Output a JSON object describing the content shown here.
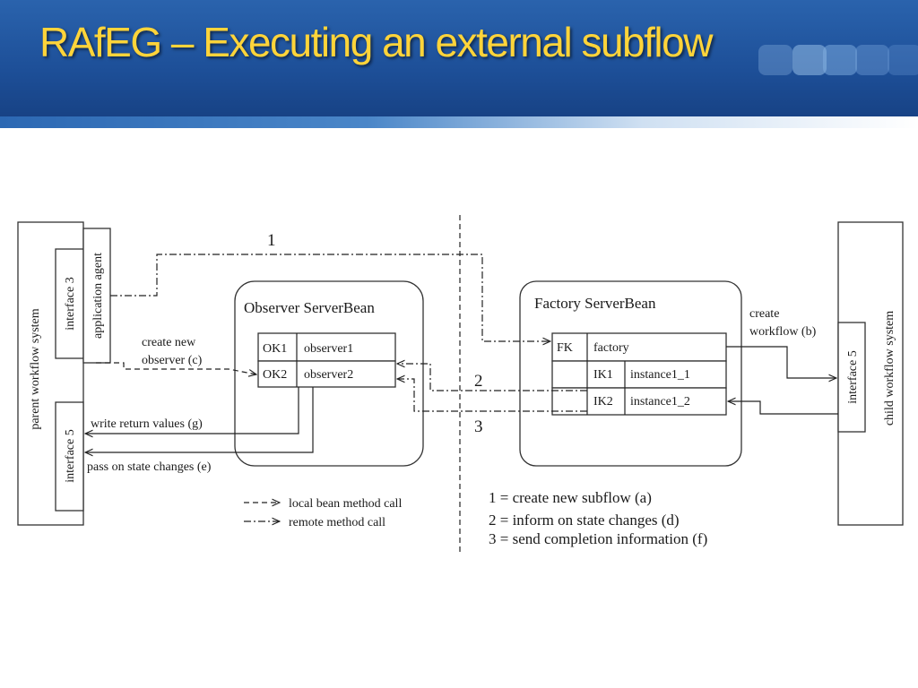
{
  "slide": {
    "title": "RAfEG –  Executing an external subflow"
  },
  "diagram": {
    "parent": {
      "system_label": "parent workflow system",
      "interface_top": "interface 3",
      "interface_bottom": "interface 5",
      "agent": "application agent"
    },
    "child": {
      "system_label": "child workflow system",
      "interface": "interface 5"
    },
    "observer": {
      "title": "Observer ServerBean",
      "rows": [
        {
          "key": "OK1",
          "value": "observer1"
        },
        {
          "key": "OK2",
          "value": "observer2"
        }
      ]
    },
    "factory": {
      "title": "Factory ServerBean",
      "rows": [
        {
          "key": "FK",
          "value": "factory"
        },
        {
          "key": "IK1",
          "value": "instance1_1"
        },
        {
          "key": "IK2",
          "value": "instance1_2"
        }
      ]
    },
    "labels": {
      "create_new_observer_1": "create new",
      "create_new_observer_2": "observer (c)",
      "write_return_values": "write return values (g)",
      "pass_on_state_changes": "pass on state changes (e)",
      "create_workflow_1": "create",
      "create_workflow_2": "workflow (b)",
      "num_1": "1",
      "num_2": "2",
      "num_3": "3"
    },
    "legend": {
      "local": "local bean method call",
      "remote": "remote method call"
    },
    "notes": [
      "1 = create new subflow (a)",
      "2 = inform on state changes (d)",
      "3 = send completion information (f)"
    ]
  },
  "colors": {
    "title": "#ffd43a",
    "header": "#1d4f98"
  }
}
